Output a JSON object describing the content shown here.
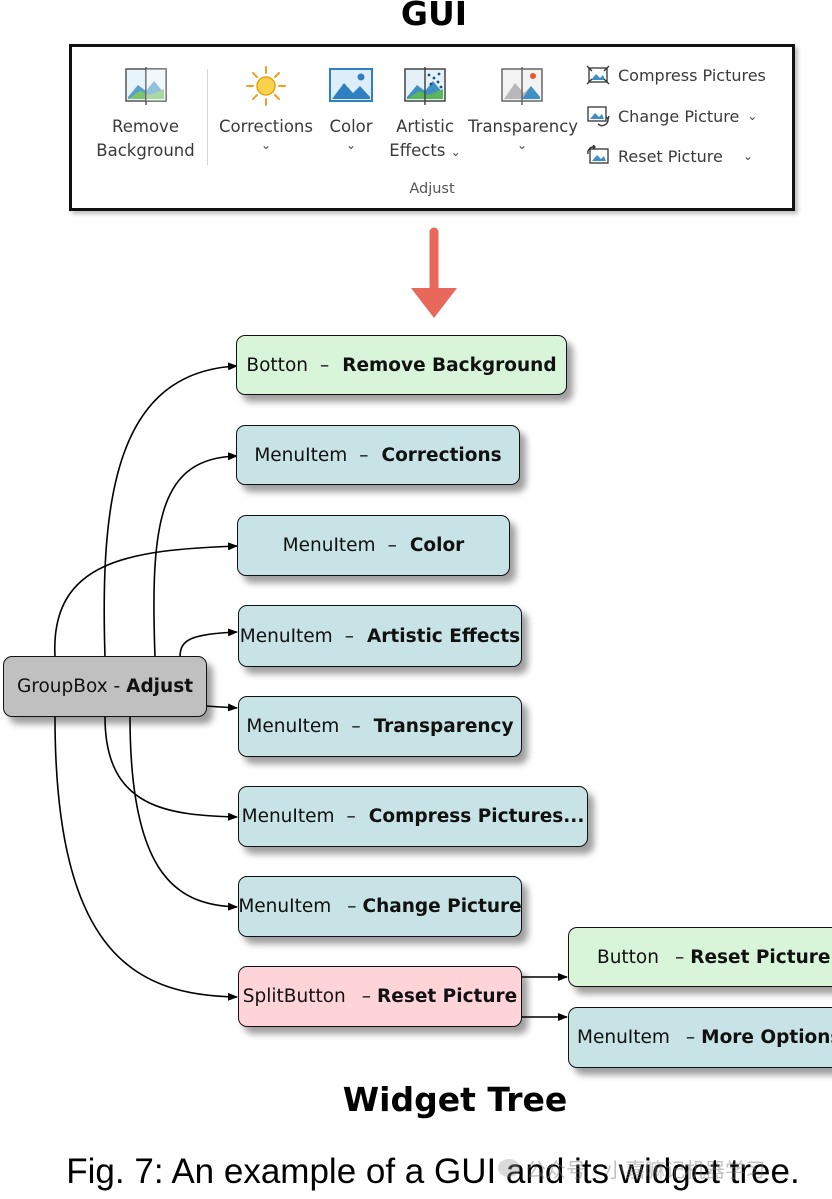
{
  "gui_heading": "GUI",
  "ribbon": {
    "items": [
      {
        "label_line1": "Remove",
        "label_line2": "Background",
        "icon": "remove-background-icon",
        "has_dropdown": false
      },
      {
        "label_line1": "Corrections",
        "label_line2": "",
        "icon": "sun-icon",
        "has_dropdown": true
      },
      {
        "label_line1": "Color",
        "label_line2": "",
        "icon": "color-image-icon",
        "has_dropdown": true
      },
      {
        "label_line1": "Artistic",
        "label_line2": "Effects",
        "icon": "artistic-effects-icon",
        "has_dropdown": true
      },
      {
        "label_line1": "Transparency",
        "label_line2": "",
        "icon": "transparency-icon",
        "has_dropdown": true
      }
    ],
    "side_items": [
      {
        "label": "Compress Pictures",
        "icon": "compress-pictures-icon",
        "has_dropdown": false
      },
      {
        "label": "Change Picture",
        "icon": "change-picture-icon",
        "has_dropdown": true
      },
      {
        "label": "Reset Picture",
        "icon": "reset-picture-icon",
        "has_dropdown": true
      }
    ],
    "group_label": "Adjust",
    "chevron": "⌄"
  },
  "arrow_color": "#e8685c",
  "tree": {
    "root": {
      "type": "GroupBox",
      "separator": "-",
      "name": "Adjust",
      "color": "#c0c0c0"
    },
    "children": [
      {
        "type": "Botton",
        "separator": "–",
        "name": "Remove Background",
        "color": "#d8f5da"
      },
      {
        "type": "MenuItem",
        "separator": "–",
        "name": "Corrections",
        "color": "#c8e3e6"
      },
      {
        "type": "MenuItem",
        "separator": "–",
        "name": "Color",
        "color": "#c8e3e6"
      },
      {
        "type": "MenuItem",
        "separator": "–",
        "name": "Artistic Effects",
        "color": "#c8e3e6"
      },
      {
        "type": "MenuItem",
        "separator": "–",
        "name": "Transparency",
        "color": "#c8e3e6"
      },
      {
        "type": "MenuItem",
        "separator": "–",
        "name": "Compress Pictures...",
        "color": "#c8e3e6"
      },
      {
        "type": "MenuItem",
        "separator": "–",
        "name": "Change Picture",
        "color": "#c8e3e6"
      },
      {
        "type": "SplitButton",
        "separator": "–",
        "name": "Reset Picture",
        "color": "#ffd4d9"
      }
    ],
    "split_children": [
      {
        "type": "Button",
        "separator": "–",
        "name": "Reset Picture",
        "color": "#d8f5da"
      },
      {
        "type": "MenuItem",
        "separator": "–",
        "name": "More Options",
        "color": "#c8e3e6"
      }
    ]
  },
  "tree_heading": "Widget Tree",
  "caption": "Fig. 7: An example of a GUI and its widget tree.",
  "watermark": "公众号 · 小嘉嘛记机器学习"
}
